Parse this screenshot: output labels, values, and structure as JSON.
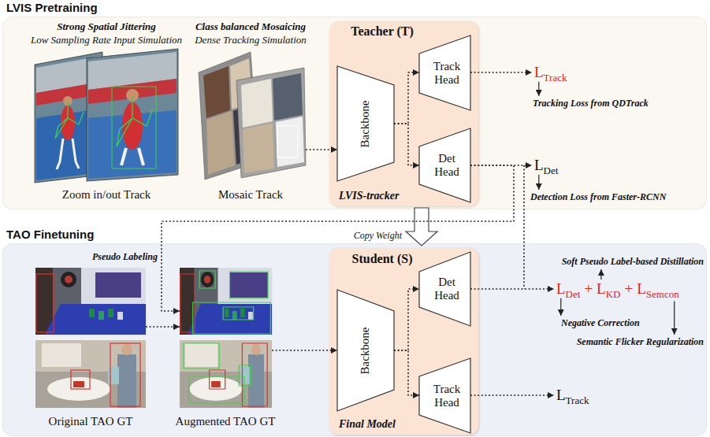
{
  "diagram": {
    "nodes": [
      {
        "text": [
          "LVIS Pretraining"
        ]
      },
      {
        "text": [
          "Strong Spatial Jittering",
          "Low Sampling Rate Input Simulation",
          "Zoom in/out Track"
        ],
        "in": 0
      },
      {
        "text": [
          "Class balanced Mosaicing",
          "Dense Tracking Simulation",
          "Mosaic Track"
        ],
        "in": 0
      },
      {
        "text": [
          "Teacher (T)",
          "LVIS-tracker"
        ],
        "in": 0
      },
      {
        "text": [
          "Backbone"
        ],
        "in": 3
      },
      {
        "text": [
          "Track Head"
        ],
        "in": 3
      },
      {
        "text": [
          "Det Head"
        ],
        "in": 3
      },
      {
        "text": [
          "TAO Finetuning"
        ]
      },
      {
        "text": [
          "Original TAO GT"
        ],
        "in": 7
      },
      {
        "text": [
          "Augmented TAO GT"
        ],
        "in": 7
      },
      {
        "text": [
          "Student (S)",
          "Final Model"
        ],
        "in": 7
      },
      {
        "text": [
          "Backbone"
        ],
        "in": 10
      },
      {
        "text": [
          "Det Head"
        ],
        "in": 10
      },
      {
        "text": [
          "Track Head"
        ],
        "in": 10
      }
    ],
    "edges": [
      {
        "from": 2,
        "to": 4,
        "arrow": "to"
      },
      {
        "from": 4,
        "to": 5,
        "arrow": "to"
      },
      {
        "from": 4,
        "to": 6,
        "arrow": "to"
      },
      {
        "from": 3,
        "to": 10,
        "arrow": "to",
        "label": "Copy Weight"
      },
      {
        "from": 6,
        "to": 9,
        "arrow": "to",
        "label": "Pseudo Labeling"
      },
      {
        "from": 8,
        "to": 9,
        "arrow": "to"
      },
      {
        "from": 9,
        "to": 11,
        "arrow": "to"
      },
      {
        "from": 11,
        "to": 12,
        "arrow": "to"
      },
      {
        "from": 11,
        "to": 13,
        "arrow": "to"
      }
    ],
    "labels": [
      "L",
      "Track",
      "Tracking Loss from QDTrack",
      "L",
      "Det",
      "Detection Loss from Faster-RCNN",
      "Soft Pseudo Label-based Distillation",
      "L",
      "Det",
      "+",
      "L",
      "KD",
      "+",
      "L",
      "Semcon",
      "Negative Correction",
      "Semantic Flicker Regularization",
      "L",
      "Track"
    ]
  }
}
